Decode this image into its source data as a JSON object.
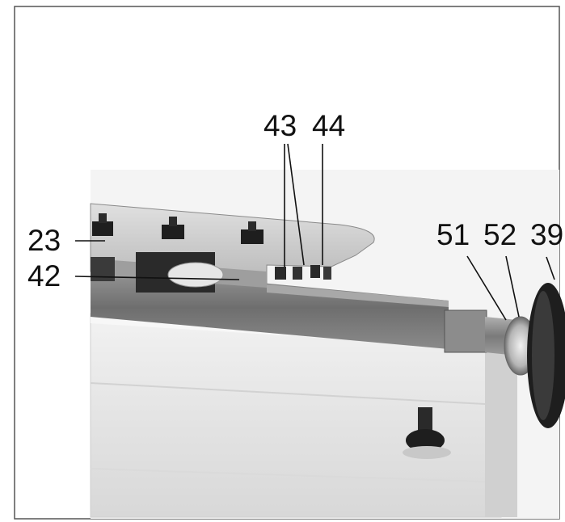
{
  "callouts": [
    {
      "id": "23",
      "label": "23"
    },
    {
      "id": "42",
      "label": "42"
    },
    {
      "id": "43",
      "label": "43"
    },
    {
      "id": "44",
      "label": "44"
    },
    {
      "id": "51",
      "label": "51"
    },
    {
      "id": "52",
      "label": "52"
    },
    {
      "id": "39",
      "label": "39"
    }
  ],
  "colors": {
    "frame": "#555555",
    "leader_line": "#111111",
    "table_top": "#cfcfcf",
    "table_dark": "#3a3a3a",
    "base_light": "#ececec",
    "base_shade": "#d6d6d6",
    "handwheel": "#1e1e1e"
  }
}
